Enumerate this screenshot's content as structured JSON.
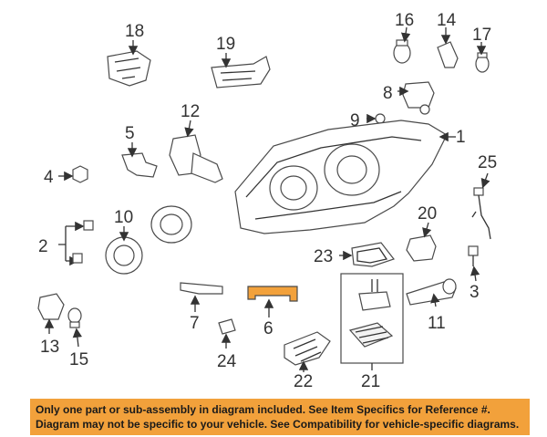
{
  "diagram": {
    "callouts": [
      "1",
      "2",
      "3",
      "4",
      "5",
      "6",
      "7",
      "8",
      "9",
      "10",
      "11",
      "12",
      "13",
      "14",
      "15",
      "16",
      "17",
      "18",
      "19",
      "20",
      "21",
      "22",
      "23",
      "24",
      "25"
    ],
    "highlight_color": "#f2a13b"
  },
  "notice": {
    "line1": "Only one part or sub-assembly in diagram included. See Item Specifics for Reference #.",
    "line2": "Diagram may not be specific to your vehicle. See Compatibility for vehicle-specific diagrams.",
    "background": "#f2a13b"
  }
}
